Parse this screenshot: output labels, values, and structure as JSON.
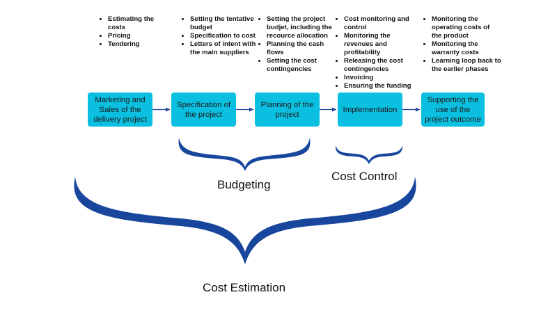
{
  "phases": [
    {
      "label": "Marketing and Sales of the delivery project",
      "bullets": [
        "Estimating the costs",
        "Pricing",
        "Tendering"
      ]
    },
    {
      "label": "Specification of the project",
      "bullets": [
        "Setting the tentative budget",
        "Specification to cost",
        "Letters of intent with the main suppliers"
      ]
    },
    {
      "label": "Planning of the project",
      "bullets": [
        "Setting the project budjet, including the recource allocation",
        "Planning the cash flows",
        "Setting the cost contingencies"
      ]
    },
    {
      "label": "Implementation",
      "bullets": [
        "Cost monitoring and control",
        "Monitoring the revenues and profitability",
        "Releasing the cost contingencies",
        "Invoicing",
        "Ensuring the funding"
      ]
    },
    {
      "label": "Supporting the use of the project outcome",
      "bullets": [
        "Monitoring the operating costs of the product",
        "Monitoring the warranty costs",
        "Learning loop back to the earlier phases"
      ]
    }
  ],
  "groups": {
    "budgeting": "Budgeting",
    "cost_control": "Cost Control",
    "cost_estimation": "Cost Estimation"
  },
  "colors": {
    "box_fill": "#0bbfe0",
    "arrow": "#1d3f9c",
    "brace": "#17469c"
  }
}
